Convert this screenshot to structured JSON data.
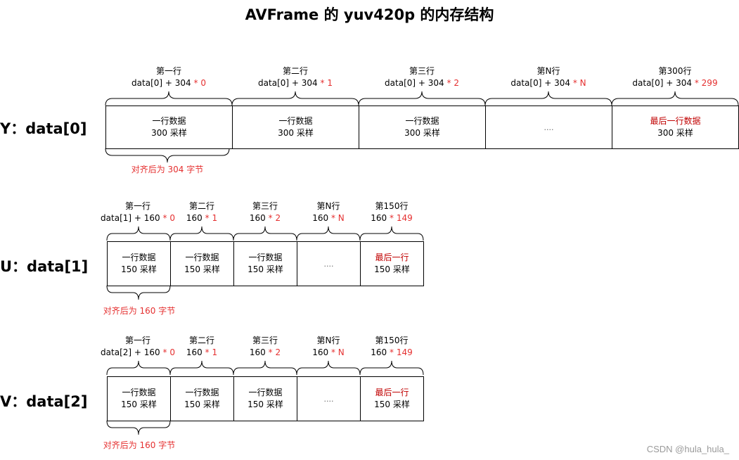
{
  "title": "AVFrame 的 yuv420p 的内存结构",
  "watermark": "CSDN @hula_hula_",
  "planes": [
    {
      "id": "y",
      "label": "Y：data[0]",
      "note": "对齐后为 304 字节",
      "rows": [
        {
          "row": "第一行",
          "expr": "data[0] + 304",
          "mult": "* 0",
          "line1": "一行数据",
          "line2": "300 采样",
          "highlight": false
        },
        {
          "row": "第二行",
          "expr": "data[0] + 304",
          "mult": "* 1",
          "line1": "一行数据",
          "line2": "300 采样",
          "highlight": false
        },
        {
          "row": "第三行",
          "expr": "data[0] + 304",
          "mult": "* 2",
          "line1": "一行数据",
          "line2": "300 采样",
          "highlight": false
        },
        {
          "row": "第N行",
          "expr": "data[0] + 304",
          "mult": "* N",
          "line1": "....",
          "line2": "",
          "highlight": false,
          "dots": true
        },
        {
          "row": "第300行",
          "expr": "data[0] + 304",
          "mult": "* 299",
          "line1": "最后一行数据",
          "line2": "300 采样",
          "highlight": true
        }
      ]
    },
    {
      "id": "u",
      "label": "U：data[1]",
      "note": "对齐后为 160 字节",
      "rows": [
        {
          "row": "第一行",
          "expr": "data[1] + 160",
          "mult": "* 0",
          "line1": "一行数据",
          "line2": "150 采样",
          "highlight": false
        },
        {
          "row": "第二行",
          "expr": "160",
          "mult": "* 1",
          "line1": "一行数据",
          "line2": "150 采样",
          "highlight": false
        },
        {
          "row": "第三行",
          "expr": "160",
          "mult": "* 2",
          "line1": "一行数据",
          "line2": "150 采样",
          "highlight": false
        },
        {
          "row": "第N行",
          "expr": "160",
          "mult": "* N",
          "line1": "....",
          "line2": "",
          "highlight": false,
          "dots": true
        },
        {
          "row": "第150行",
          "expr": "160",
          "mult": "* 149",
          "line1": "最后一行",
          "line2": "150 采样",
          "highlight": true
        }
      ]
    },
    {
      "id": "v",
      "label": "V：data[2]",
      "note": "对齐后为 160 字节",
      "rows": [
        {
          "row": "第一行",
          "expr": "data[2] + 160",
          "mult": "* 0",
          "line1": "一行数据",
          "line2": "150 采样",
          "highlight": false
        },
        {
          "row": "第二行",
          "expr": "160",
          "mult": "* 1",
          "line1": "一行数据",
          "line2": "150 采样",
          "highlight": false
        },
        {
          "row": "第三行",
          "expr": "160",
          "mult": "* 2",
          "line1": "一行数据",
          "line2": "150 采样",
          "highlight": false
        },
        {
          "row": "第N行",
          "expr": "160",
          "mult": "* N",
          "line1": "....",
          "line2": "",
          "highlight": false,
          "dots": true
        },
        {
          "row": "第150行",
          "expr": "160",
          "mult": "* 149",
          "line1": "最后一行",
          "line2": "150 采样",
          "highlight": true
        }
      ]
    }
  ],
  "colors": {
    "red_text": "#e53030",
    "dark_red_text": "#c00000",
    "border": "#000000"
  }
}
